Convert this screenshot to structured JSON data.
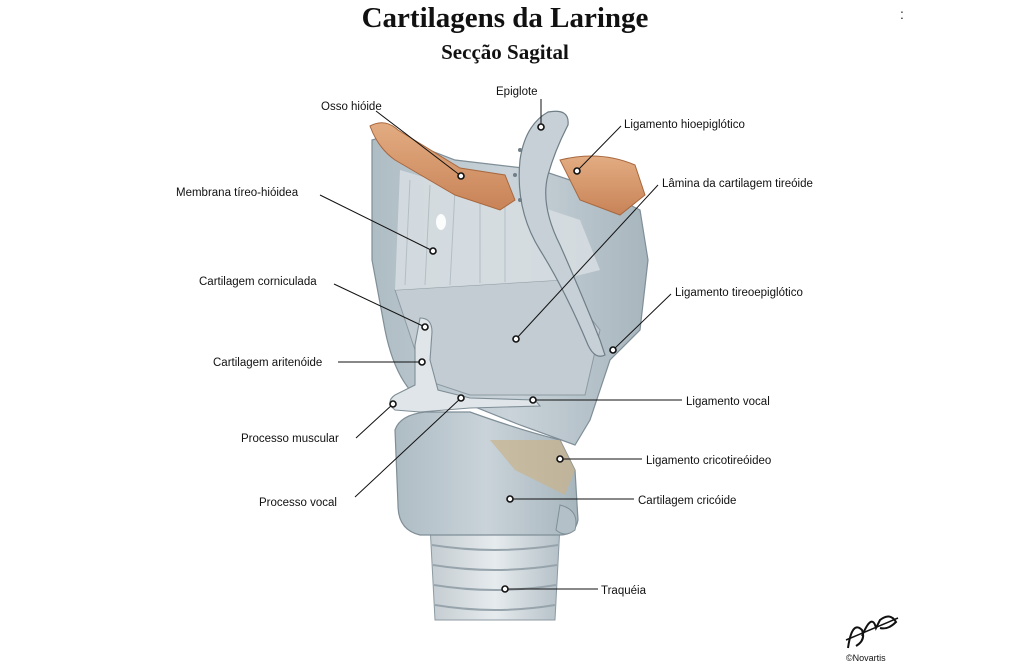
{
  "title": "Cartilagens da Laringe",
  "subtitle": "Secção Sagital",
  "stray_mark": ":",
  "labels": {
    "epiglote": "Epiglote",
    "osso_hioide": "Osso hióide",
    "ligamento_hioepiglotico": "Ligamento hioepiglótico",
    "membrana_tireo_hioidea": "Membrana tíreo-hióidea",
    "lamina_cartilagem_tireoide": "Lâmina da cartilagem tireóide",
    "cartilagem_corniculada": "Cartilagem corniculada",
    "ligamento_tireoepiglotico": "Ligamento tireoepiglótico",
    "cartilagem_aritenoide": "Cartilagem aritenóide",
    "ligamento_vocal": "Ligamento vocal",
    "processo_muscular": "Processo muscular",
    "ligamento_cricotireoideo": "Ligamento cricotireóideo",
    "processo_vocal": "Processo vocal",
    "cartilagem_cricoide": "Cartilagem cricóide",
    "traqueia": "Traquéia"
  },
  "credit": "©Novartis",
  "colors": {
    "cartilage": "#b9c5cc",
    "cartilage_light": "#d8dfe3",
    "bone": "#d79a6e",
    "ligament": "#c9b48c",
    "outline": "#7f8e97"
  }
}
